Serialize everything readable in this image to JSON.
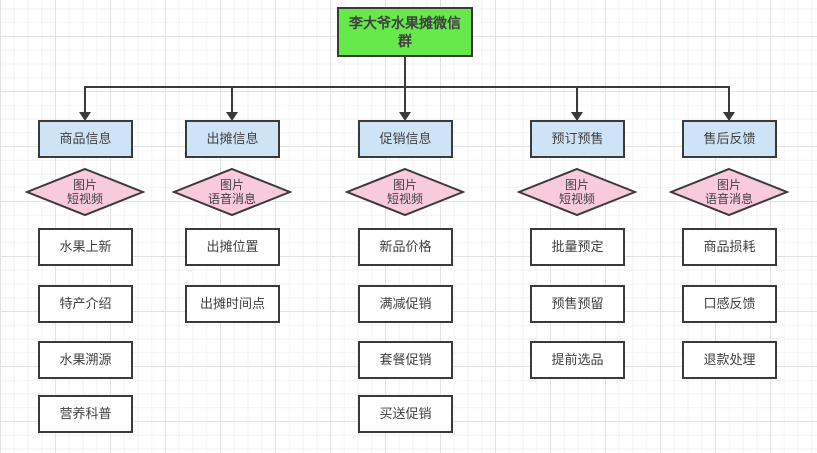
{
  "root": {
    "label": "李大爷水果摊微信群"
  },
  "columns": [
    {
      "title": "商品信息",
      "gate1": "图片",
      "gate2": "短视频",
      "items": [
        "水果上新",
        "特产介绍",
        "水果溯源",
        "营养科普"
      ]
    },
    {
      "title": "出摊信息",
      "gate1": "图片",
      "gate2": "语音消息",
      "items": [
        "出摊位置",
        "出摊时间点"
      ]
    },
    {
      "title": "促销信息",
      "gate1": "图片",
      "gate2": "短视频",
      "items": [
        "新品价格",
        "满减促销",
        "套餐促销",
        "买送促销"
      ]
    },
    {
      "title": "预订预售",
      "gate1": "图片",
      "gate2": "短视频",
      "items": [
        "批量预定",
        "预售预留",
        "提前选品"
      ]
    },
    {
      "title": "售后反馈",
      "gate1": "图片",
      "gate2": "语音消息",
      "items": [
        "商品损耗",
        "口感反馈",
        "退款处理"
      ]
    }
  ],
  "colors": {
    "root_fill": "#67e84b",
    "branch_fill": "#cfe3f7",
    "gate_fill": "#f9c9dc",
    "leaf_fill": "#ffffff",
    "line": "#3a3a3a",
    "text": "#404040",
    "grid_major": "#e2e2e2",
    "grid_minor": "#f2f2f2"
  }
}
